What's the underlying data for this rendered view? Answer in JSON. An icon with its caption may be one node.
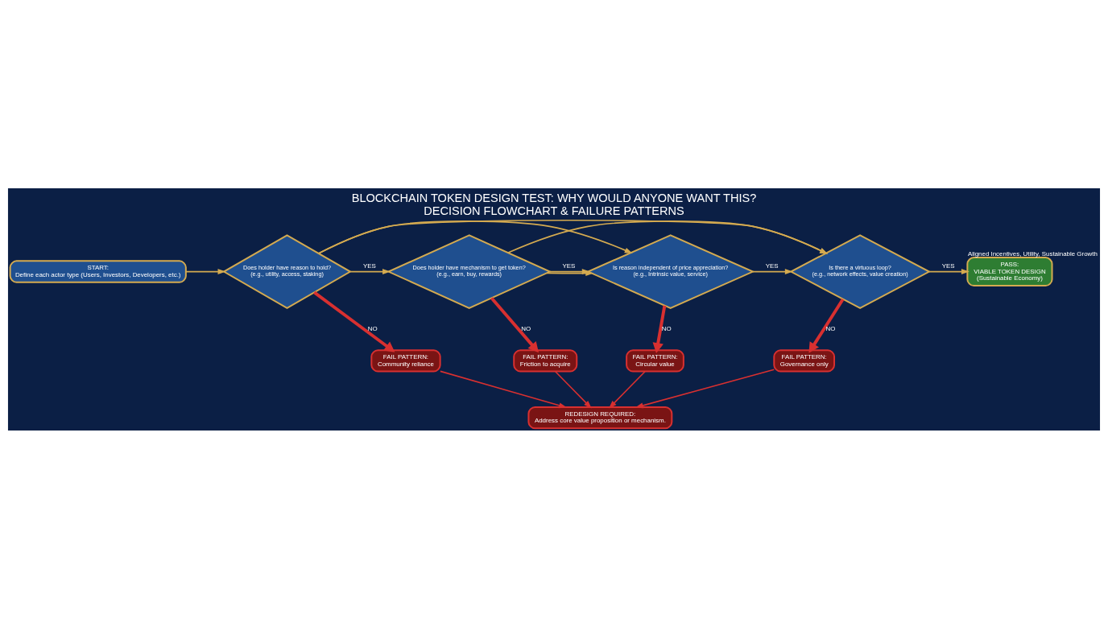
{
  "diagram": {
    "title": "BLOCKCHAIN TOKEN DESIGN TEST: WHY WOULD ANYONE WANT THIS?",
    "caption": "DECISION FLOWCHART & FAILURE PATTERNS",
    "nodes": [
      {
        "text": [
          "START:",
          "Define each actor type (Users, Investors, Developers, etc.)"
        ]
      },
      {
        "text": [
          "Does holder have reason to hold?",
          "(e.g., utility, access, staking)"
        ]
      },
      {
        "text": [
          "Does holder have mechanism to get token?",
          "(e.g., earn, buy, rewards)"
        ]
      },
      {
        "text": [
          "Is reason independent of price appreciation?",
          "(e.g., Intrinsic value, service)"
        ]
      },
      {
        "text": [
          "Is there a virtuous loop?",
          "(e.g., network effects, value creation)"
        ]
      },
      {
        "text": [
          "PASS:",
          "VIABLE TOKEN DESIGN",
          "(Sustainable Economy)"
        ],
        "beside": [
          "Aligned Incentives, Utility, Sustainable Growth"
        ]
      },
      {
        "text": [
          "FAIL PATTERN:",
          "Community reliance"
        ]
      },
      {
        "text": [
          "FAIL PATTERN:",
          "Friction to acquire"
        ]
      },
      {
        "text": [
          "FAIL PATTERN:",
          "Circular value"
        ]
      },
      {
        "text": [
          "FAIL PATTERN:",
          "Governance only"
        ]
      },
      {
        "text": [
          "REDESIGN REQUIRED:",
          "Address core value proposition or mechanism."
        ]
      }
    ],
    "edges": [
      {
        "from": 0,
        "to": 1,
        "arrow": "to"
      },
      {
        "from": 1,
        "to": 2,
        "arrow": "to",
        "label": "YES"
      },
      {
        "from": 2,
        "to": 3,
        "arrow": "to",
        "label": "YES"
      },
      {
        "from": 3,
        "to": 4,
        "arrow": "to",
        "label": "YES"
      },
      {
        "from": 4,
        "to": 5,
        "arrow": "to",
        "label": "YES"
      },
      {
        "from": 1,
        "to": 3,
        "arrow": "to"
      },
      {
        "from": 1,
        "to": 4,
        "arrow": "to"
      },
      {
        "from": 2,
        "to": 3,
        "arrow": "to"
      },
      {
        "from": 2,
        "to": 4,
        "arrow": "to"
      },
      {
        "from": 1,
        "to": 6,
        "arrow": "to",
        "label": "NO",
        "style": "thick",
        "color": "#d83030"
      },
      {
        "from": 2,
        "to": 7,
        "arrow": "to",
        "label": "NO",
        "style": "thick",
        "color": "#d83030"
      },
      {
        "from": 3,
        "to": 8,
        "arrow": "to",
        "label": "NO",
        "style": "thick",
        "color": "#d83030"
      },
      {
        "from": 4,
        "to": 9,
        "arrow": "to",
        "label": "NO",
        "style": "thick",
        "color": "#d83030"
      },
      {
        "from": 6,
        "to": 10,
        "arrow": "to",
        "color": "#d83030"
      },
      {
        "from": 7,
        "to": 10,
        "arrow": "to",
        "color": "#d83030"
      },
      {
        "from": 8,
        "to": 10,
        "arrow": "to",
        "color": "#d83030"
      },
      {
        "from": 9,
        "to": 10,
        "arrow": "to",
        "color": "#d83030"
      }
    ]
  }
}
